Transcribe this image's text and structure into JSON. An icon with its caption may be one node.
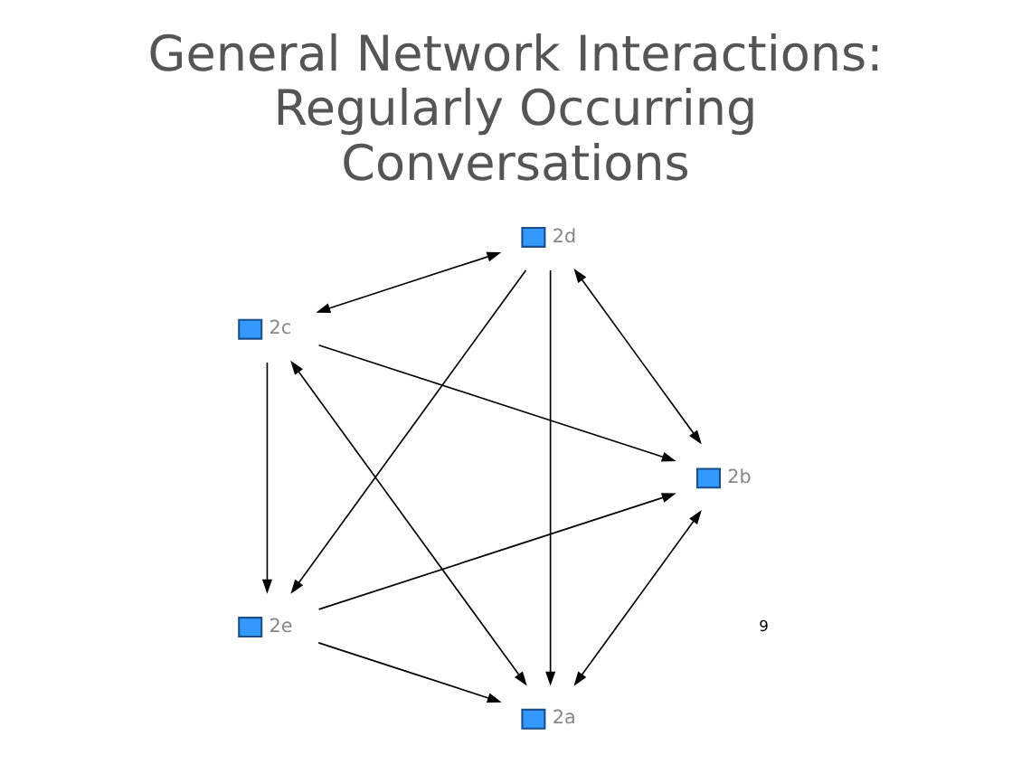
{
  "diagram": {
    "title": "General Network Interactions: Regularly Occurring Conversations",
    "nodes": [
      {
        "text": [
          "2a"
        ]
      },
      {
        "text": [
          "2b"
        ]
      },
      {
        "text": [
          "2c"
        ]
      },
      {
        "text": [
          "2d"
        ]
      },
      {
        "text": [
          "2e"
        ]
      }
    ],
    "edges": [
      {
        "from": 3,
        "to": 0,
        "arrow": "to"
      },
      {
        "from": 4,
        "to": 0,
        "arrow": "to"
      },
      {
        "from": 2,
        "to": 0,
        "arrow": "both"
      },
      {
        "from": 0,
        "to": 1,
        "arrow": "both"
      },
      {
        "from": 3,
        "to": 1,
        "arrow": "both"
      },
      {
        "from": 4,
        "to": 1,
        "arrow": "to"
      },
      {
        "from": 2,
        "to": 1,
        "arrow": "to"
      },
      {
        "from": 3,
        "to": 4,
        "arrow": "to"
      },
      {
        "from": 3,
        "to": 2,
        "arrow": "both"
      },
      {
        "from": 2,
        "to": 4,
        "arrow": "to"
      }
    ],
    "labels": [
      "9"
    ]
  }
}
